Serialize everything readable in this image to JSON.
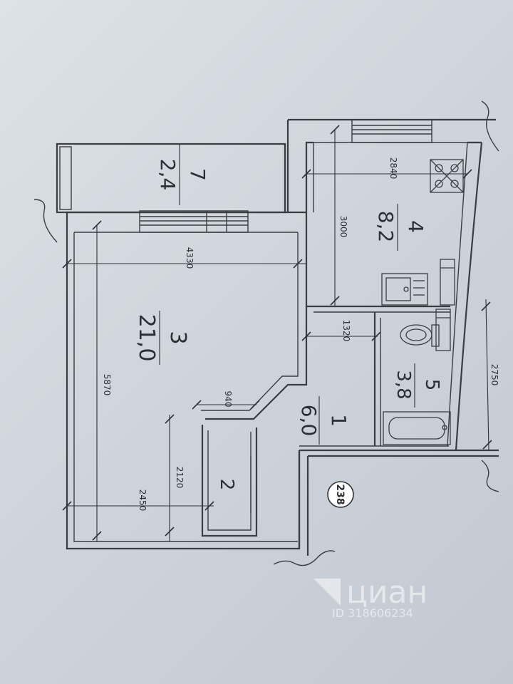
{
  "plan": {
    "rooms": [
      {
        "id": "7",
        "number": "7",
        "area": "2,4"
      },
      {
        "id": "4",
        "number": "4",
        "area": "8,2"
      },
      {
        "id": "3",
        "number": "3",
        "area": "21,0"
      },
      {
        "id": "5",
        "number": "5",
        "area": "3,8"
      },
      {
        "id": "1",
        "number": "1",
        "area": "6,0"
      },
      {
        "id": "2",
        "number": "2",
        "area": ""
      }
    ],
    "dimensions": {
      "kitchen_width": "2840",
      "kitchen_depth": "3000",
      "room_width": "4330",
      "room_depth": "5870",
      "bath_width": "1320",
      "corridor_step": "940",
      "closet_depth": "2120",
      "room_bottom_width": "2450",
      "outer_wall": "2750"
    },
    "apartment_number": "238"
  },
  "watermark": {
    "brand": "циан",
    "id_text": "ID 318606234"
  }
}
